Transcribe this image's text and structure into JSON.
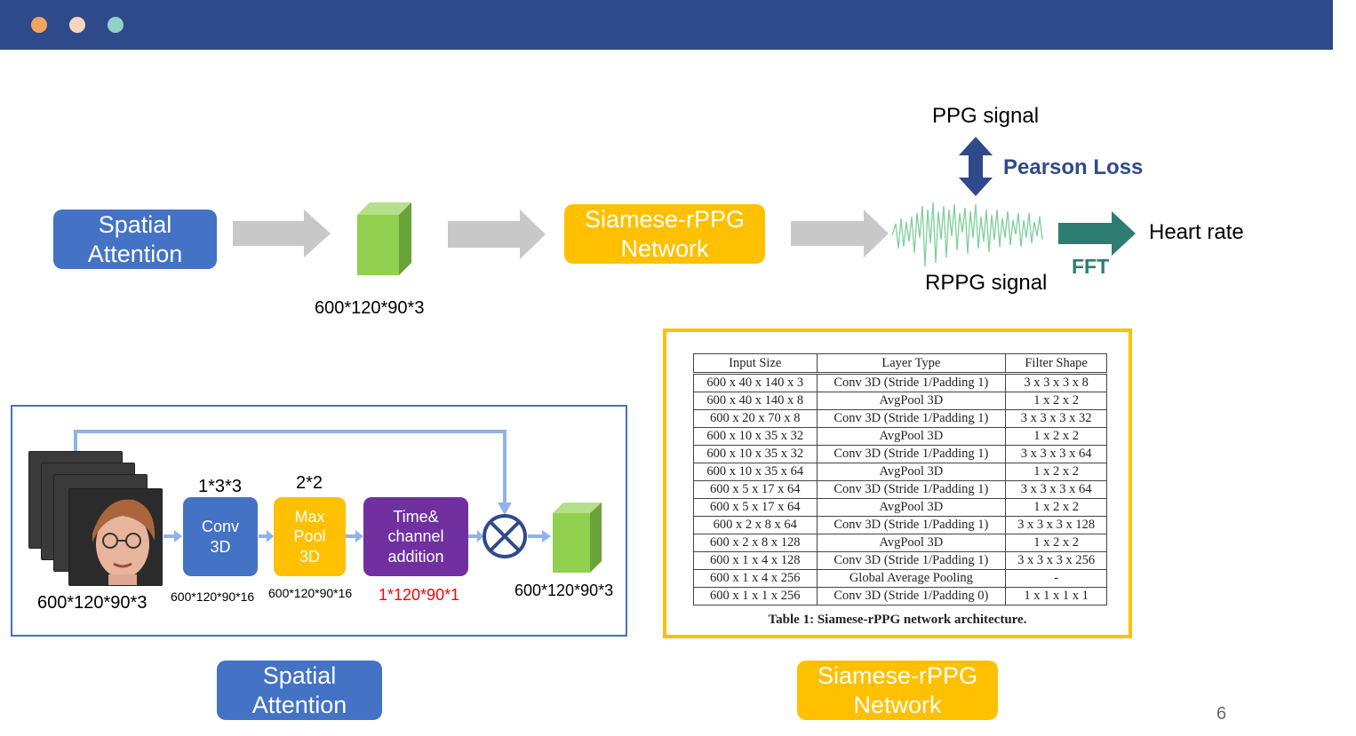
{
  "window": {
    "dots": [
      "#f4a460",
      "#f9d5c0",
      "#8fd3c8"
    ],
    "bar_color": "#2f4a8a"
  },
  "pipeline": {
    "spatial_attention": "Spatial Attention",
    "volume_size": "600*120*90*3",
    "siamese_network": "Siamese-rPPG Network",
    "ppg_signal": "PPG signal",
    "pearson_loss": "Pearson Loss",
    "rppg_signal": "RPPG signal",
    "fft": "FFT",
    "heart_rate": "Heart rate"
  },
  "attention_module": {
    "input_size": "600*120*90*3",
    "conv_kernel": "1*3*3",
    "conv_label": "Conv 3D",
    "conv_output": "600*120*90*16",
    "pool_kernel": "2*2",
    "pool_label": "Max Pool 3D",
    "pool_output": "600*120*90*16",
    "addition_label": "Time& channel addition",
    "addition_output": "1*120*90*1",
    "output_size": "600*120*90*3"
  },
  "architecture_table": {
    "headers": [
      "Input Size",
      "Layer Type",
      "Filter Shape"
    ],
    "rows": [
      [
        "600 x 40 x 140 x 3",
        "Conv 3D (Stride 1/Padding 1)",
        "3 x 3 x 3 x 8"
      ],
      [
        "600 x 40 x 140 x 8",
        "AvgPool 3D",
        "1 x 2 x 2"
      ],
      [
        "600 x 20 x 70 x 8",
        "Conv 3D (Stride 1/Padding 1)",
        "3 x 3 x 3 x 32"
      ],
      [
        "600 x 10 x 35 x 32",
        "AvgPool 3D",
        "1 x 2 x 2"
      ],
      [
        "600 x 10 x 35 x 32",
        "Conv 3D (Stride 1/Padding 1)",
        "3 x 3 x 3 x 64"
      ],
      [
        "600 x 10 x 35 x 64",
        "AvgPool 3D",
        "1 x 2 x 2"
      ],
      [
        "600 x 5 x 17 x 64",
        "Conv 3D (Stride 1/Padding 1)",
        "3 x 3 x 3 x 64"
      ],
      [
        "600 x 5 x 17 x 64",
        "AvgPool 3D",
        "1 x 2 x 2"
      ],
      [
        "600 x 2 x 8 x 64",
        "Conv 3D (Stride 1/Padding 1)",
        "3 x 3 x 3 x 128"
      ],
      [
        "600 x 2 x 8 x 128",
        "AvgPool 3D",
        "1 x 2 x 2"
      ],
      [
        "600 x 1 x 4 x 128",
        "Conv 3D (Stride 1/Padding 1)",
        "3 x 3 x 3 x 256"
      ],
      [
        "600 x 1 x 4 x 256",
        "Global Average Pooling",
        "-"
      ],
      [
        "600 x 1 x 1 x 256",
        "Conv 3D (Stride 1/Padding 0)",
        "1 x 1 x 1 x 1"
      ]
    ],
    "caption": "Table 1: Siamese-rPPG network architecture."
  },
  "captions": {
    "left": "Spatial Attention",
    "right": "Siamese-rPPG Network"
  },
  "page_number": "6"
}
